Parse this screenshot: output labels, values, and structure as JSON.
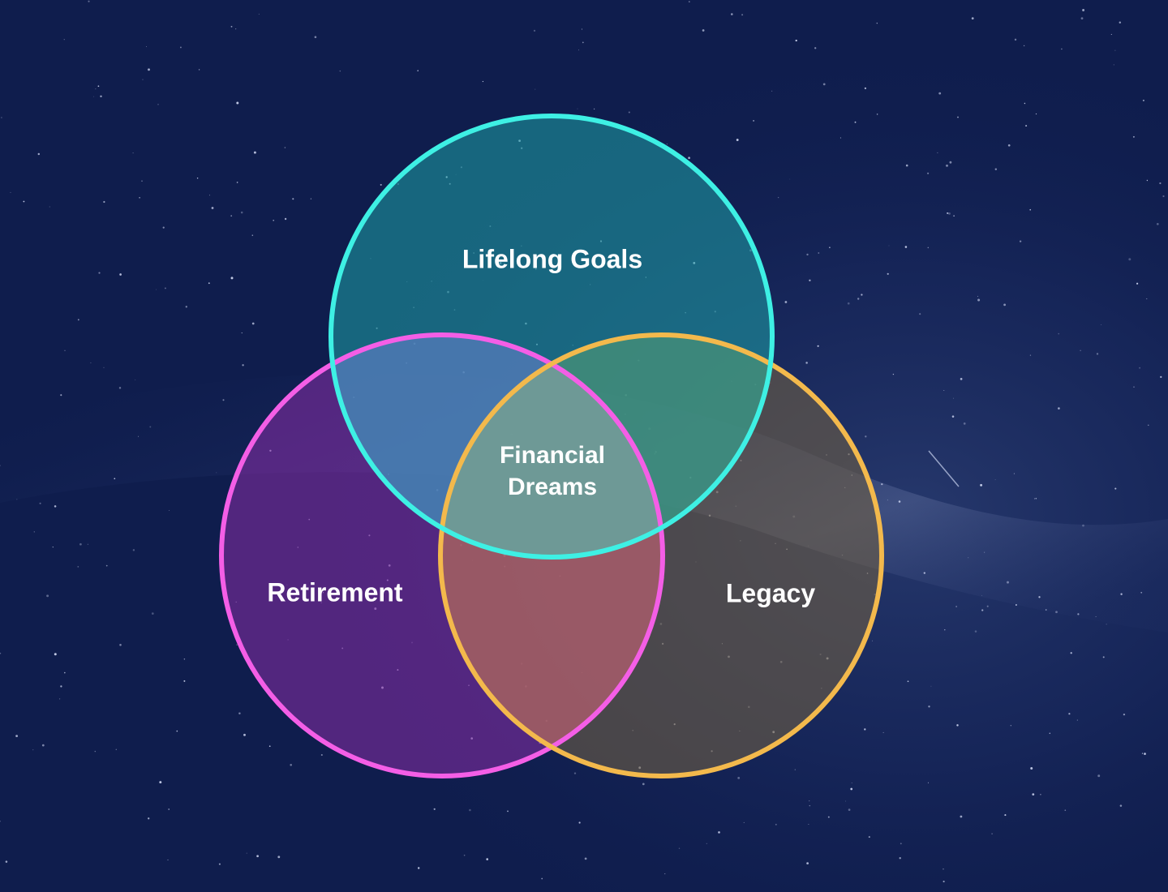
{
  "diagram": {
    "type": "venn",
    "background_color": "#0f1d4d",
    "sets": [
      {
        "id": "top",
        "label": "Lifelong Goals",
        "stroke": "#3ef0e4",
        "fill": "#1fa3a8"
      },
      {
        "id": "left",
        "label": "Retirement",
        "stroke": "#f45ee6",
        "fill": "#8a2ea8"
      },
      {
        "id": "right",
        "label": "Legacy",
        "stroke": "#f3b94c",
        "fill": "#6e5f44"
      }
    ],
    "center": {
      "line1": "Financial",
      "line2": "Dreams"
    }
  }
}
